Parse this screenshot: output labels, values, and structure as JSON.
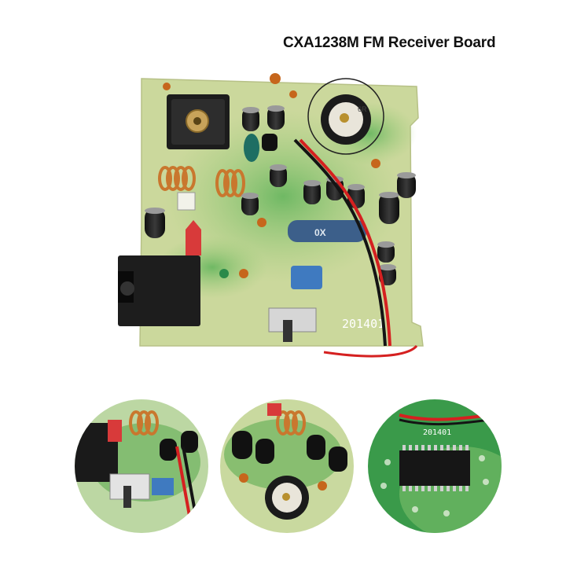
{
  "header": {
    "title": "CXA1238M FM Receiver Board"
  },
  "main_photo": {
    "board_silkscreen": "201401",
    "potentiometer_marking": "6R",
    "capacitor_marking": "0X",
    "colors": {
      "pcb": "#c9d79a",
      "pcb_green_patches": "#79b861",
      "wire_red": "#d52020",
      "wire_black": "#141414",
      "audio_jack": "#1d1d1d",
      "copper_coil": "#c9772e"
    }
  },
  "thumbnails": [
    {
      "subject": "board-corner-with-jack-and-switch"
    },
    {
      "subject": "capacitors-and-potentiometer"
    },
    {
      "subject": "cxa1238m-chip",
      "silkscreen": "201401"
    }
  ]
}
